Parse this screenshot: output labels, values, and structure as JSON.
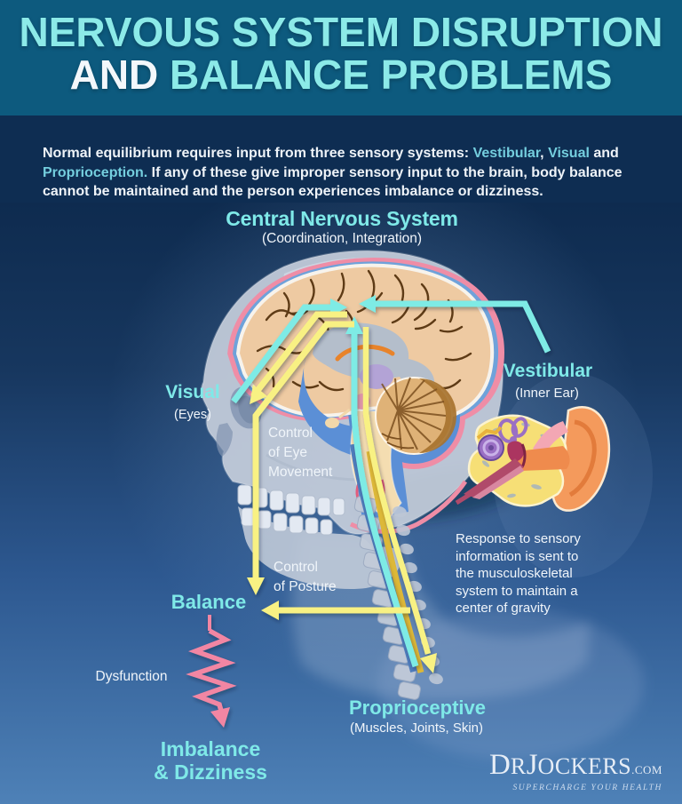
{
  "header": {
    "title_line1": "NERVOUS SYSTEM DISRUPTION",
    "title_line2_and": "AND",
    "title_line2_rest": " BALANCE PROBLEMS"
  },
  "intro": {
    "segments": [
      {
        "text": "Normal equilibrium requires input from three sensory systems: ",
        "hl": false
      },
      {
        "text": "Vestibular",
        "hl": true
      },
      {
        "text": ", ",
        "hl": false
      },
      {
        "text": "Visual",
        "hl": true
      },
      {
        "text": " and ",
        "hl": false
      },
      {
        "text": "Proprioception.",
        "hl": true
      },
      {
        "text": " If any of these give improper sensory input to the brain, body balance cannot be maintained and the person experiences imbalance or dizziness.",
        "hl": false
      }
    ]
  },
  "diagram": {
    "cns_title": "Central Nervous System",
    "cns_subtitle": "(Coordination, Integration)",
    "visual_title": "Visual",
    "visual_subtitle": "(Eyes)",
    "vestibular_title": "Vestibular",
    "vestibular_subtitle": "(Inner Ear)",
    "eye_movement_lines": [
      "Control",
      "of Eye",
      "Movement"
    ],
    "posture_lines": [
      "Control",
      "of Posture"
    ],
    "balance_label": "Balance",
    "dysfunction_label": "Dysfunction",
    "imbalance_lines": [
      "Imbalance",
      "& Dizziness"
    ],
    "proprioceptive_title": "Proprioceptive",
    "proprioceptive_subtitle": "(Muscles, Joints, Skin)",
    "response_lines": [
      "Response to sensory",
      "information is sent to",
      "the musculoskeletal",
      "system to maintain a",
      "center of gravity"
    ]
  },
  "logo": {
    "parts": [
      "D",
      "R",
      "J",
      "OCKERS",
      ".COM"
    ],
    "tagline": "SUPERCHARGE YOUR HEALTH"
  },
  "colors": {
    "header_bg": "#0d5a7e",
    "intro_bg": "#0e2d52",
    "body_gradient_top": "#0e2b4f",
    "body_gradient_bottom": "#4e81b7",
    "title_cyan": "#8ceae8",
    "label_cyan": "#7fe9e8",
    "intro_highlight": "#74cede",
    "arrow_cyan": "#7eebe5",
    "arrow_yellow": "#f8f183",
    "dysfunction_pink": "#f286a3",
    "brain_tan": "#eecaa2",
    "meninges_pink": "#ef8da6",
    "csf_blue": "#6fa2da",
    "skull_gray": "#c9d1de",
    "ear_orange": "#f49a5c",
    "bone_yellow": "#f6df76",
    "cochlea_purple": "#9a6fc4"
  }
}
